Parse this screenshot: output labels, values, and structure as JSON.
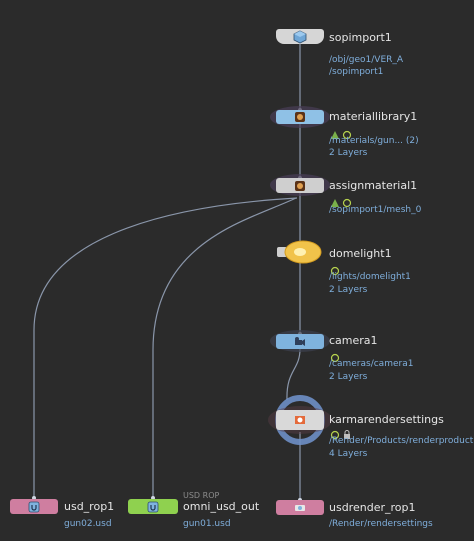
{
  "colors": {
    "background": "#2b2b2b",
    "wire": "#8a96aa",
    "path_text": "#7faedb",
    "name_text": "#e6e6e6",
    "node_gray": "#cfcfcf",
    "node_blue": "#8fc1e6",
    "node_pink": "#d47ea2",
    "node_green": "#8fd14f",
    "accent_ring": "#6e8fc6"
  },
  "nodes": [
    {
      "id": "sopimport1",
      "name": "sopimport1",
      "path": "/obj/geo1/VER_A",
      "path2": "/sopimport1",
      "layers": "",
      "icon": "cube-icon"
    },
    {
      "id": "materiallibrary1",
      "name": "materiallibrary1",
      "path": "/materials/gun... (2)",
      "layers": "2 Layers",
      "icon": "material-ball-icon"
    },
    {
      "id": "assignmaterial1",
      "name": "assignmaterial1",
      "path": "/sopimport1/mesh_0",
      "layers": "",
      "icon": "assign-material-icon"
    },
    {
      "id": "domelight1",
      "name": "domelight1",
      "path": "/lights/domelight1",
      "layers": "2 Layers",
      "icon": "lightbulb-icon"
    },
    {
      "id": "camera1",
      "name": "camera1",
      "path": "/cameras/camera1",
      "layers": "2 Layers",
      "icon": "camera-icon"
    },
    {
      "id": "karmarendersettings",
      "name": "karmarendersettings",
      "path": "/Render/Products/renderproduct",
      "layers": "4 Layers",
      "icon": "render-settings-icon"
    },
    {
      "id": "usd_rop1",
      "name": "usd_rop1",
      "path": "gun02.usd",
      "icon": "usd-icon"
    },
    {
      "id": "omni_usd_out",
      "name": "omni_usd_out",
      "type_label": "USD ROP",
      "path": "gun01.usd",
      "icon": "usd-icon"
    },
    {
      "id": "usdrender_rop1",
      "name": "usdrender_rop1",
      "path": "/Render/rendersettings",
      "icon": "render-rop-icon"
    }
  ]
}
